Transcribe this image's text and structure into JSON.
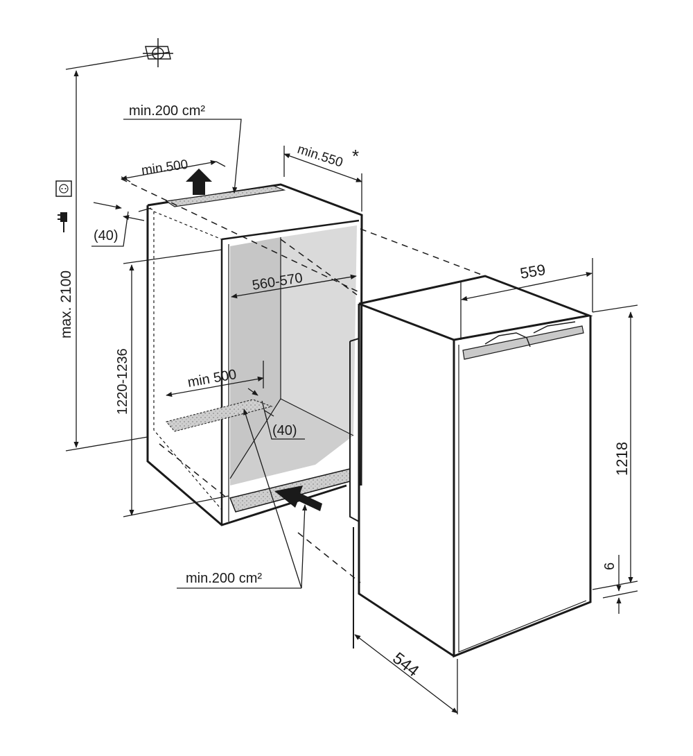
{
  "labels": {
    "top_vent_area": "min.200 cm²",
    "top_vent_depth": "min.500",
    "top_gap": "(40)",
    "niche_depth": "min.550",
    "niche_depth_note": "*",
    "max_height": "max. 2100",
    "niche_height": "1220-1236",
    "niche_width": "560-570",
    "bottom_vent_depth": "min 500",
    "bottom_gap": "(40)",
    "bottom_vent_area": "min.200 cm²",
    "appliance_width": "559",
    "appliance_height": "1218",
    "appliance_depth": "544",
    "base_gap": "6"
  },
  "icons": {
    "ground_symbol": "ground-terminal-icon",
    "socket_symbol": "power-socket-icon",
    "plug_symbol": "power-plug-icon"
  },
  "colors": {
    "line": "#1a1a1a",
    "niche_back": "#d9d9d9",
    "niche_side": "#c4c4c4",
    "vent_fill": "#c8c8c8"
  }
}
